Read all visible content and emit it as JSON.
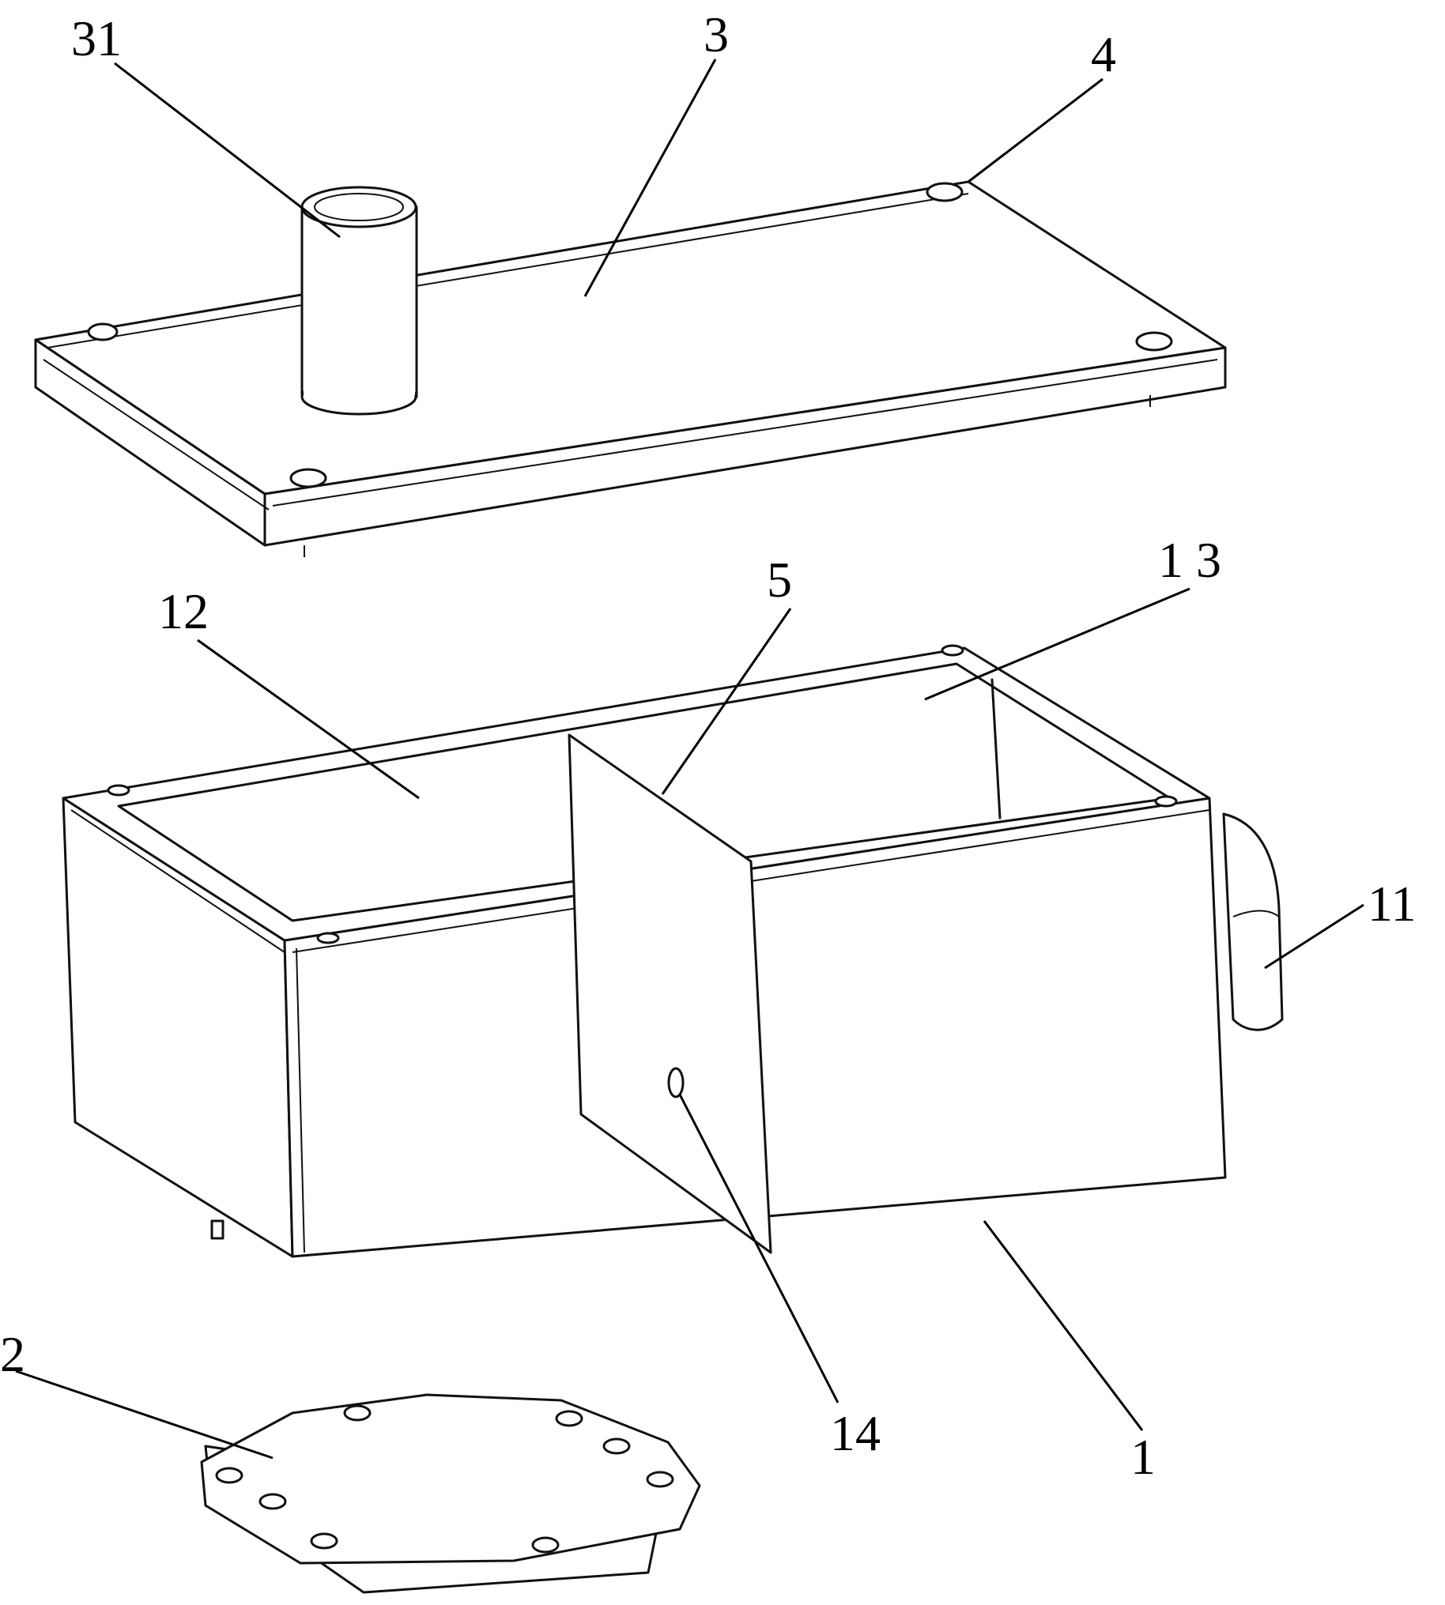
{
  "labels": {
    "ref_31": "31",
    "ref_3": "3",
    "ref_4": "4",
    "ref_5": "5",
    "ref_13": "1 3",
    "ref_12": "12",
    "ref_11": "11",
    "ref_2": "2",
    "ref_14": "14",
    "ref_1": "1"
  },
  "colors": {
    "line": "#111111",
    "background": "#ffffff"
  }
}
